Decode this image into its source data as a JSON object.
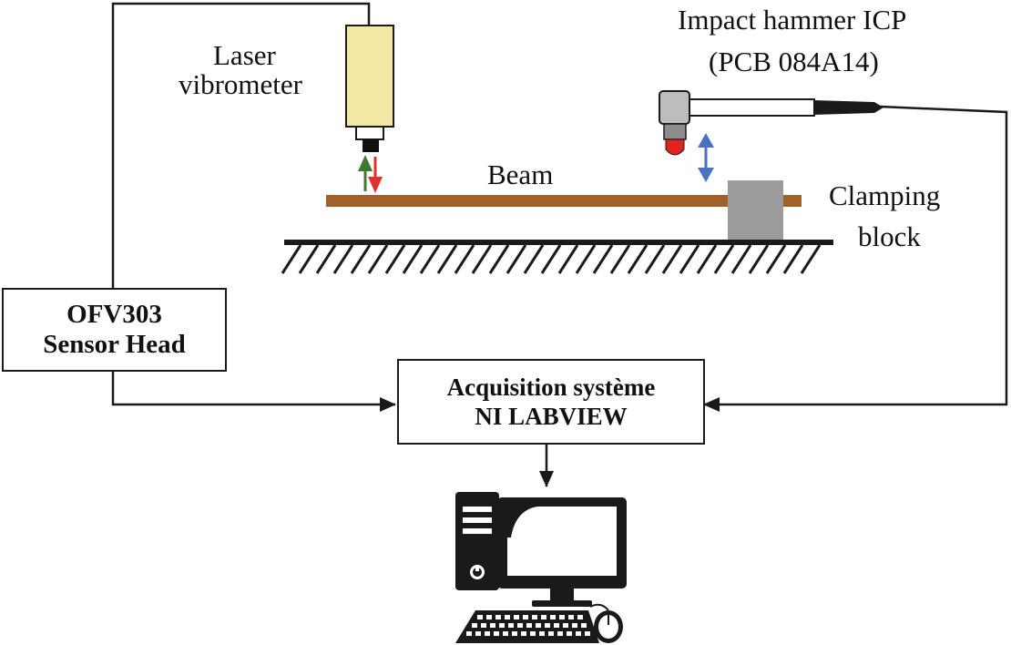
{
  "labels": {
    "laser_line1": "Laser",
    "laser_line2": "vibrometer",
    "hammer_line1": "Impact hammer ICP",
    "hammer_line2": "(PCB 084A14)",
    "beam": "Beam",
    "clamp_line1": "Clamping",
    "clamp_line2": "block"
  },
  "boxes": {
    "sensor_head": {
      "line1": "OFV303",
      "line2": "Sensor Head"
    },
    "acquisition": {
      "line1": "Acquisition système",
      "line2": "NI LABVIEW"
    }
  },
  "colors": {
    "beam": "#a0612a",
    "laser_body": "#f3e7a4",
    "clamp": "#9b9b9b",
    "arrow_up": "#3e7a2e",
    "arrow_down": "#e0312b",
    "hammer_arrow": "#4a72c4",
    "hammer_tip": "#e3231f",
    "wire": "#1a1a1a"
  },
  "icons": [
    "laser-vibrometer-icon",
    "impact-hammer-icon",
    "computer-icon"
  ]
}
